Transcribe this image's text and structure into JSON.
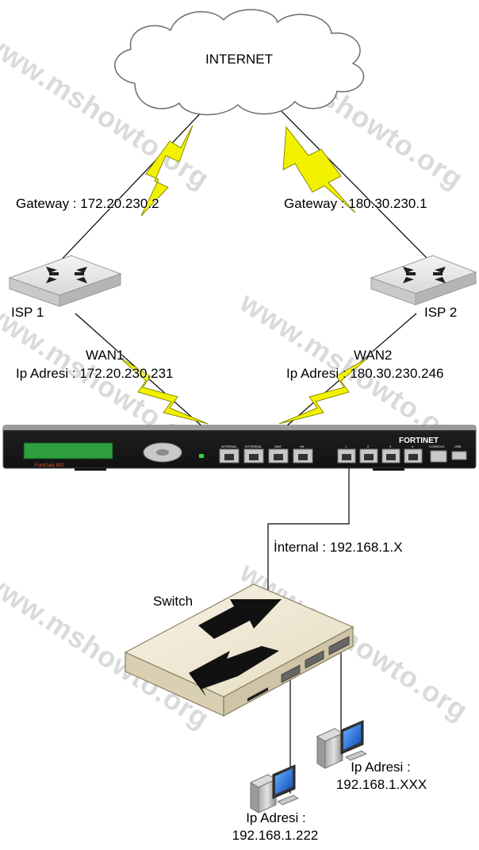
{
  "cloud": {
    "label": "INTERNET"
  },
  "links": {
    "isp1_gateway": "Gateway : 172.20.230.2",
    "isp2_gateway": "Gateway : 180.30.230.1",
    "wan1_name": "WAN1",
    "wan1_ip": "Ip Adresi : 172.20.230.231",
    "wan2_name": "WAN2",
    "wan2_ip": "Ip Adresi : 180.30.230.246",
    "internal": "İnternal : 192.168.1.X"
  },
  "devices": {
    "isp1": "ISP 1",
    "isp2": "ISP 2",
    "switch": "Switch",
    "firewall_brand": "FORTINET",
    "firewall_model": "FortiGate 800",
    "port_labels": [
      "INTERNAL",
      "EXTERNAL",
      "DMZ",
      "HA",
      "1",
      "2",
      "3",
      "4",
      "CONSOLE",
      "USB"
    ]
  },
  "hosts": [
    {
      "label": "Ip Adresi :",
      "ip": "192.168.1.XXX"
    },
    {
      "label": "Ip Adresi :",
      "ip": "192.168.1.222"
    }
  ],
  "watermark": "www.mshowto.org",
  "colors": {
    "lightning": "#f2f200",
    "lightning_stroke": "#8a8a00",
    "cloud_fill": "#ffffff",
    "cloud_stroke": "#6d6d6d",
    "firewall_body": "#2a2a2a",
    "lcd": "#2e9e3e"
  }
}
